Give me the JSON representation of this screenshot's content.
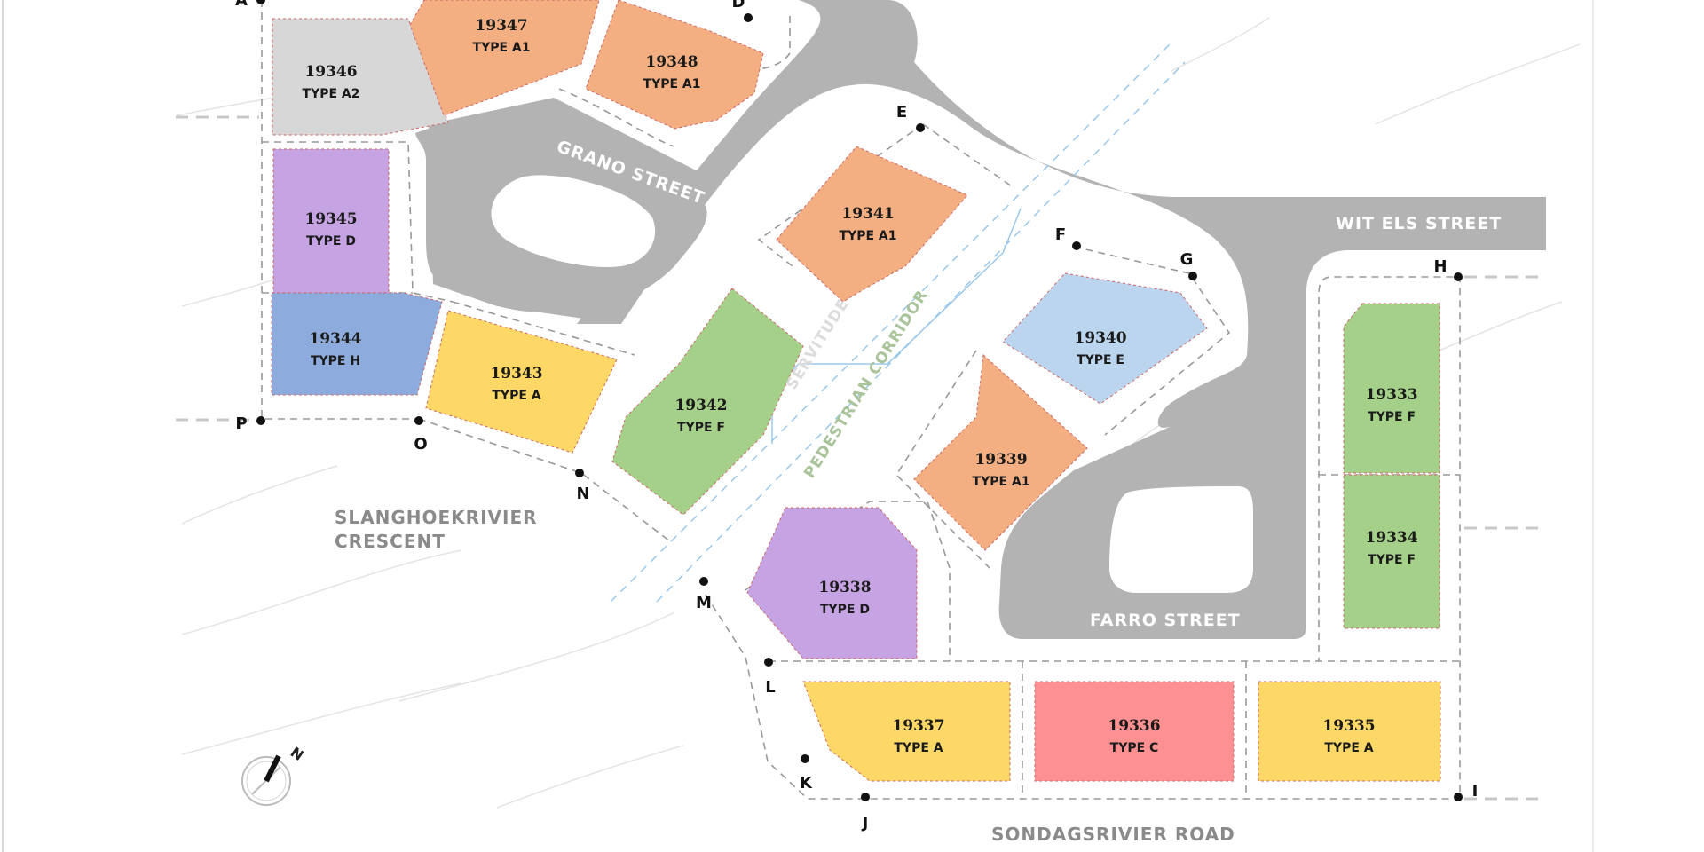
{
  "colors": {
    "type_a": "#fdd866",
    "type_a1": "#f3ae82",
    "type_a2": "#d7d7d7",
    "type_c": "#fd9191",
    "type_d": "#c6a3e2",
    "type_e": "#bcd5ee",
    "type_f": "#a5d08a",
    "type_h": "#8eabde",
    "road": "#b3b3b3",
    "corridor_text": "#a9c39a",
    "servitude_lines": "#9cc8ec"
  },
  "plots": [
    {
      "number": "19346",
      "type": "TYPE A2"
    },
    {
      "number": "19347",
      "type": "TYPE A1"
    },
    {
      "number": "19348",
      "type": "TYPE A1"
    },
    {
      "number": "19345",
      "type": "TYPE D"
    },
    {
      "number": "19344",
      "type": "TYPE H"
    },
    {
      "number": "19343",
      "type": "TYPE A"
    },
    {
      "number": "19342",
      "type": "TYPE F"
    },
    {
      "number": "19341",
      "type": "TYPE A1"
    },
    {
      "number": "19340",
      "type": "TYPE E"
    },
    {
      "number": "19339",
      "type": "TYPE A1"
    },
    {
      "number": "19338",
      "type": "TYPE D"
    },
    {
      "number": "19337",
      "type": "TYPE A"
    },
    {
      "number": "19336",
      "type": "TYPE C"
    },
    {
      "number": "19335",
      "type": "TYPE A"
    },
    {
      "number": "19334",
      "type": "TYPE F"
    },
    {
      "number": "19333",
      "type": "TYPE F"
    }
  ],
  "streets": {
    "grano": "GRANO STREET",
    "wit_els": "WIT ELS STREET",
    "farro": "FARRO STREET",
    "sondagsrivier": "SONDAGSRIVIER ROAD",
    "slanghoekrivier_line1": "SLANGHOEKRIVIER",
    "slanghoekrivier_line2": "CRESCENT"
  },
  "corridor": {
    "pedestrian": "PEDESTRIAN CORRIDOR",
    "servitude": "SERVITUDE"
  },
  "points": {
    "A": "A",
    "D": "D",
    "E": "E",
    "F": "F",
    "G": "G",
    "H": "H",
    "I": "I",
    "J": "J",
    "K": "K",
    "L": "L",
    "M": "M",
    "N": "N",
    "O": "O",
    "P": "P"
  },
  "compass": {
    "north": "N",
    "icon": "north-arrow-icon"
  }
}
